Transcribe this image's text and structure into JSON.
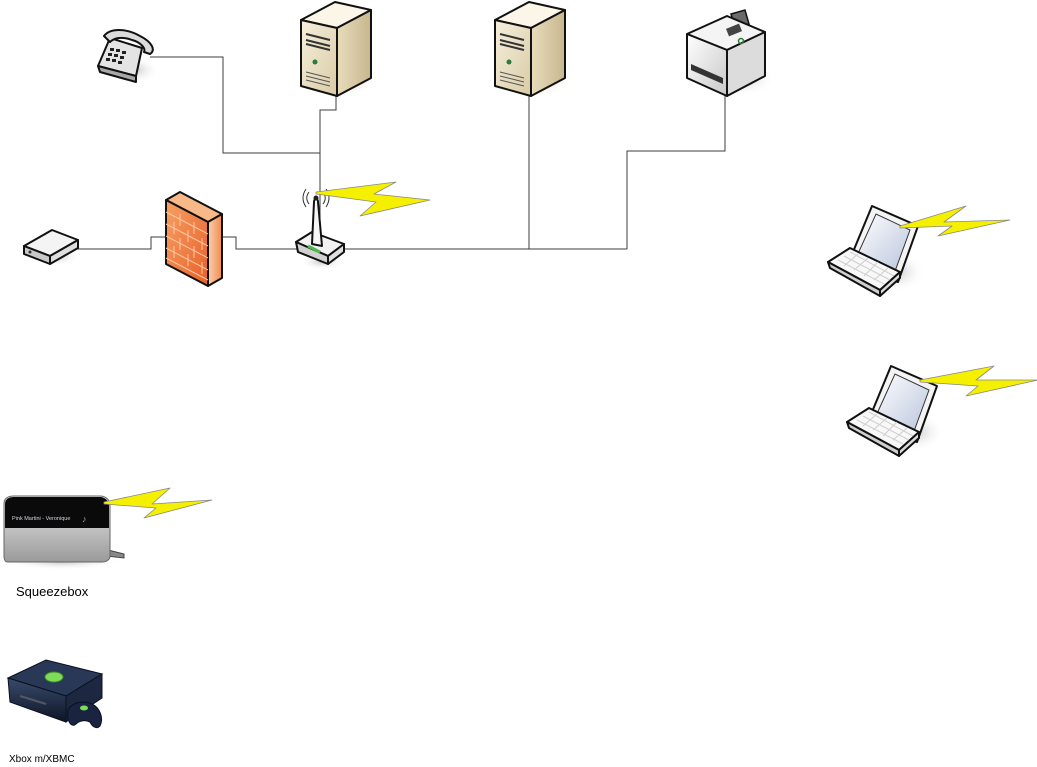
{
  "diagram": {
    "title": "Home network diagram",
    "nodes": [
      {
        "id": "phone",
        "type": "telephone-icon",
        "label": ""
      },
      {
        "id": "server1",
        "type": "server-icon",
        "label": ""
      },
      {
        "id": "server2",
        "type": "server-icon",
        "label": ""
      },
      {
        "id": "printer",
        "type": "printer-icon",
        "label": ""
      },
      {
        "id": "modem",
        "type": "modem-icon",
        "label": ""
      },
      {
        "id": "firewall",
        "type": "firewall-icon",
        "label": ""
      },
      {
        "id": "router",
        "type": "wireless-router-icon",
        "label": ""
      },
      {
        "id": "laptop1",
        "type": "laptop-icon",
        "label": ""
      },
      {
        "id": "laptop2",
        "type": "laptop-icon",
        "label": ""
      },
      {
        "id": "squeezebox",
        "type": "squeezebox-icon",
        "label": "Squeezebox",
        "screen_text": "Pink Martini - Veronique"
      },
      {
        "id": "xbox",
        "type": "xbox-icon",
        "label": "Xbox m/XBMC"
      }
    ],
    "connections": [
      {
        "from": "phone",
        "to": "router",
        "kind": "wired"
      },
      {
        "from": "server1",
        "to": "router",
        "kind": "wired"
      },
      {
        "from": "modem",
        "to": "firewall",
        "kind": "wired"
      },
      {
        "from": "firewall",
        "to": "router",
        "kind": "wired"
      },
      {
        "from": "router",
        "to": "server2",
        "kind": "wired"
      },
      {
        "from": "router",
        "to": "printer",
        "kind": "wired"
      },
      {
        "from": "router",
        "to": "air",
        "kind": "wireless"
      },
      {
        "from": "laptop1",
        "to": "air",
        "kind": "wireless"
      },
      {
        "from": "laptop2",
        "to": "air",
        "kind": "wireless"
      },
      {
        "from": "squeezebox",
        "to": "air",
        "kind": "wireless"
      }
    ],
    "colors": {
      "wire": "#4a4a4a",
      "wireless_bolt": "#f5f000",
      "firewall": "#f08040",
      "server": "#e8dcc0",
      "xbox_green": "#6fd04a"
    }
  }
}
